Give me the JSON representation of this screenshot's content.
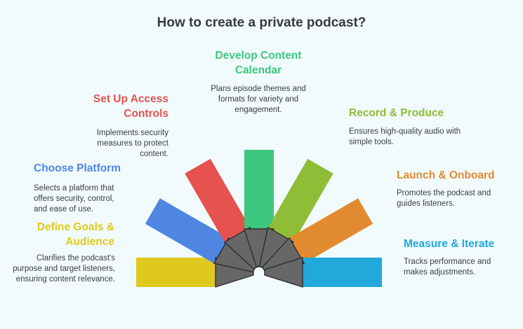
{
  "title": "How to create a private podcast?",
  "steps": [
    {
      "title": "Define Goals & Audience",
      "description": "Clarifies the podcast's purpose and target listeners, ensuring content relevance.",
      "color": "#dfc91e"
    },
    {
      "title": "Choose Platform",
      "description": "Selects a platform that offers security, control, and ease of use.",
      "color": "#4f86e2"
    },
    {
      "title": "Set Up Access Controls",
      "description": "Implements security measures to protect content.",
      "color": "#e5524f"
    },
    {
      "title": "Develop Content Calendar",
      "description": "Plans episode themes and formats for variety and engagement.",
      "color": "#3dc77f"
    },
    {
      "title": "Record & Produce",
      "description": "Ensures high-quality audio with simple tools.",
      "color": "#8fbd37"
    },
    {
      "title": "Launch & Onboard",
      "description": "Promotes the podcast and guides listeners.",
      "color": "#e28a2f"
    },
    {
      "title": "Measure & Iterate",
      "description": "Tracks performance and makes adjustments.",
      "color": "#21a9da"
    }
  ]
}
